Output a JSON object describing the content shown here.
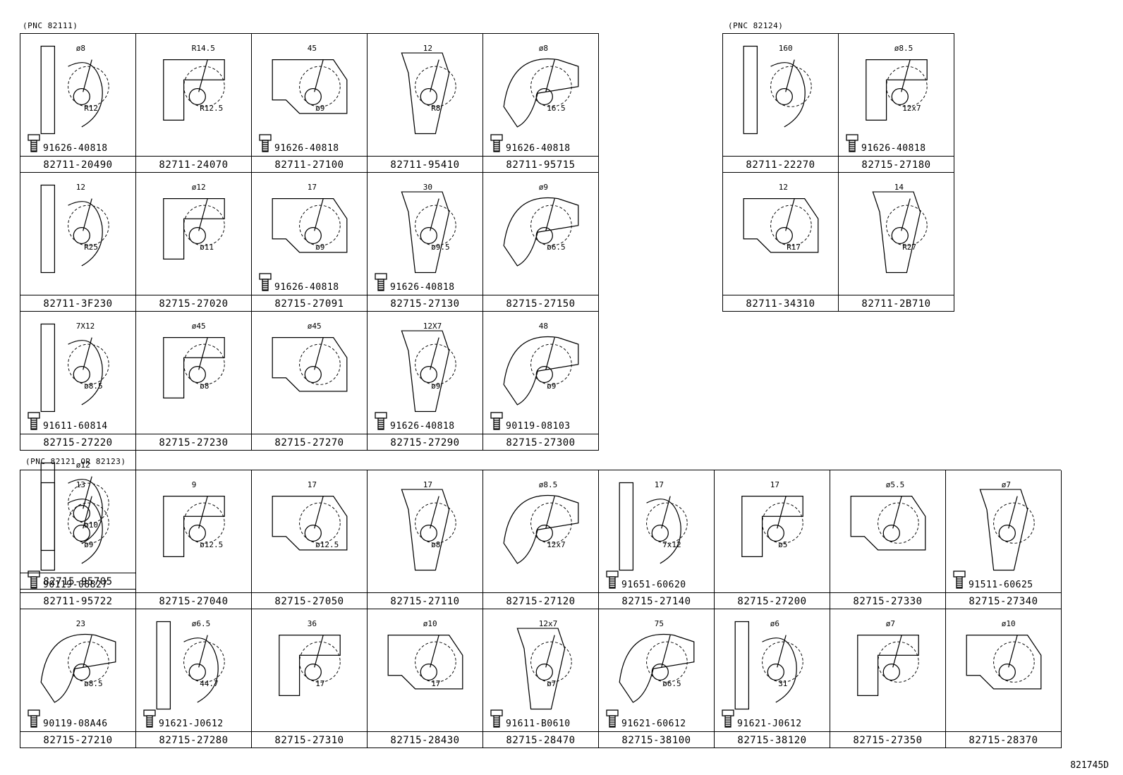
{
  "sections": {
    "s1": "(PNC 82111)",
    "s2": "(PNC 82124)",
    "s3": "(PNC 82121 OR 82123)"
  },
  "refcode": "821745D",
  "grid1": [
    {
      "part": "82711-20490",
      "fastener": "91626-40818",
      "dims": [
        "ø8",
        "R12"
      ]
    },
    {
      "part": "82711-24070",
      "fastener": "",
      "dims": [
        "R14.5",
        "R12.5"
      ]
    },
    {
      "part": "82711-27100",
      "fastener": "91626-40818",
      "dims": [
        "45",
        "ø9"
      ]
    },
    {
      "part": "82711-95410",
      "fastener": "",
      "dims": [
        "12",
        "R8"
      ]
    },
    {
      "part": "82711-95715",
      "fastener": "91626-40818",
      "dims": [
        "ø8",
        "16.5"
      ]
    },
    {
      "part": "82711-3F230",
      "fastener": "",
      "dims": [
        "12",
        "R25"
      ]
    },
    {
      "part": "82715-27020",
      "fastener": "",
      "dims": [
        "ø12",
        "ø11"
      ]
    },
    {
      "part": "82715-27091",
      "fastener": "91626-40818",
      "dims": [
        "17",
        "ø9"
      ]
    },
    {
      "part": "82715-27130",
      "fastener": "91626-40818",
      "dims": [
        "30",
        "ø9.5"
      ]
    },
    {
      "part": "82715-27150",
      "fastener": "",
      "dims": [
        "ø9",
        "ø6.5"
      ]
    },
    {
      "part": "82715-27220",
      "fastener": "91611-60814",
      "dims": [
        "7X12",
        "ø8.5"
      ]
    },
    {
      "part": "82715-27230",
      "fastener": "",
      "dims": [
        "ø45",
        "ø8"
      ]
    },
    {
      "part": "82715-27270",
      "fastener": "",
      "dims": [
        "ø45",
        ""
      ]
    },
    {
      "part": "82715-27290",
      "fastener": "91626-40818",
      "dims": [
        "12X7",
        "ø9"
      ]
    },
    {
      "part": "82715-27300",
      "fastener": "90119-08103",
      "dims": [
        "48",
        "ø9"
      ]
    },
    {
      "part": "82715-95705",
      "fastener": "",
      "dims": [
        "ø12",
        "ø10"
      ]
    }
  ],
  "grid2": [
    {
      "part": "82711-22270",
      "fastener": "",
      "dims": [
        "160",
        ""
      ]
    },
    {
      "part": "82715-27180",
      "fastener": "91626-40818",
      "dims": [
        "ø8.5",
        "12x7"
      ]
    },
    {
      "part": "82711-34310",
      "fastener": "",
      "dims": [
        "12",
        "R17"
      ]
    },
    {
      "part": "82711-2B710",
      "fastener": "",
      "dims": [
        "14",
        "R27"
      ]
    }
  ],
  "grid3": [
    {
      "part": "82711-95722",
      "fastener": "90119-08827",
      "dims": [
        "13",
        "ø9"
      ]
    },
    {
      "part": "82715-27040",
      "fastener": "",
      "dims": [
        "9",
        "ø12.5"
      ]
    },
    {
      "part": "82715-27050",
      "fastener": "",
      "dims": [
        "17",
        "ø12.5"
      ]
    },
    {
      "part": "82715-27110",
      "fastener": "",
      "dims": [
        "17",
        "ø8"
      ]
    },
    {
      "part": "82715-27120",
      "fastener": "",
      "dims": [
        "ø8.5",
        "12x7"
      ]
    },
    {
      "part": "82715-27140",
      "fastener": "91651-60620",
      "dims": [
        "17",
        "7x12"
      ]
    },
    {
      "part": "82715-27200",
      "fastener": "",
      "dims": [
        "17",
        "ø5"
      ]
    },
    {
      "part": "82715-27330",
      "fastener": "",
      "dims": [
        "ø5.5",
        ""
      ]
    },
    {
      "part": "82715-27340",
      "fastener": "91511-60625",
      "dims": [
        "ø7",
        ""
      ]
    },
    {
      "part": "82715-27210",
      "fastener": "90119-08A46",
      "dims": [
        "23",
        "ø8.5"
      ]
    },
    {
      "part": "82715-27280",
      "fastener": "91621-J0612",
      "dims": [
        "ø6.5",
        "44.7"
      ]
    },
    {
      "part": "82715-27310",
      "fastener": "",
      "dims": [
        "36",
        "17"
      ]
    },
    {
      "part": "82715-28430",
      "fastener": "",
      "dims": [
        "ø10",
        "17"
      ]
    },
    {
      "part": "82715-28470",
      "fastener": "91611-B0610",
      "dims": [
        "12x7",
        "ø7"
      ]
    },
    {
      "part": "82715-38100",
      "fastener": "91621-60612",
      "dims": [
        "75",
        "ø6.5"
      ]
    },
    {
      "part": "82715-38120",
      "fastener": "91621-J0612",
      "dims": [
        "ø6",
        "31"
      ]
    },
    {
      "part": "82715-27350",
      "fastener": "",
      "dims": [
        "ø7",
        ""
      ]
    },
    {
      "part": "82715-28370",
      "fastener": "",
      "dims": [
        "ø10",
        ""
      ]
    }
  ]
}
